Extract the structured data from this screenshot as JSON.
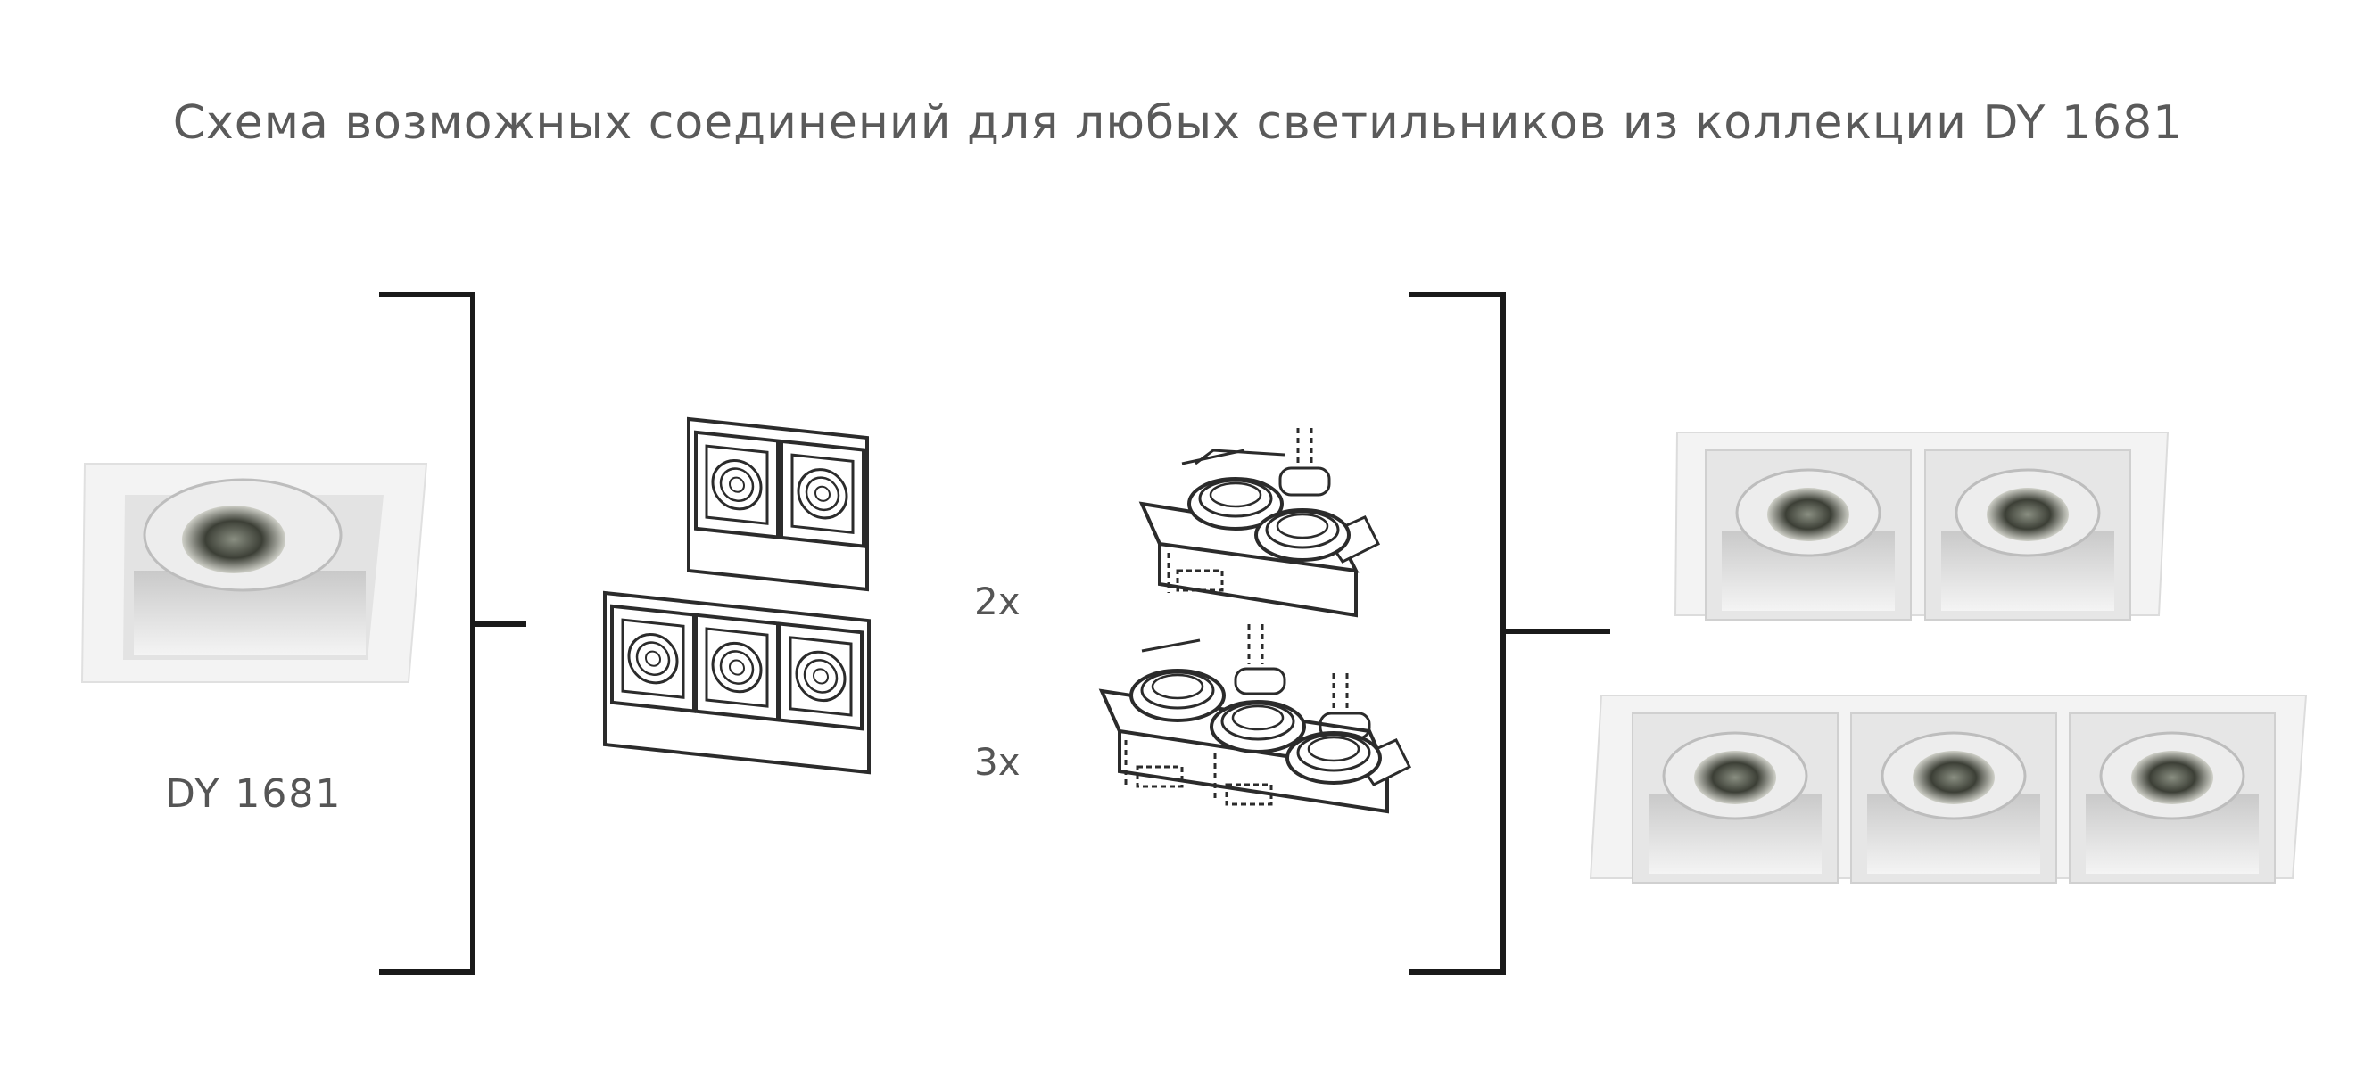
{
  "title": "Схема возможных соединений для любых светильников из коллекции DY 1681",
  "model_label": "DY 1681",
  "multipliers": {
    "double": "2x",
    "triple": "3x"
  },
  "colors": {
    "bracket": "#1a1a1a",
    "line_art": "#2b2b2b",
    "fixture_frame": "#f3f3f3",
    "text": "#555555"
  },
  "icons": {
    "single_fixture": "square-downlight-photo",
    "frame_sketches": "grid-frame-sketch",
    "connector_sketches": "modular-connector-sketch",
    "double_fixture": "double-downlight-photo",
    "triple_fixture": "triple-downlight-photo"
  }
}
